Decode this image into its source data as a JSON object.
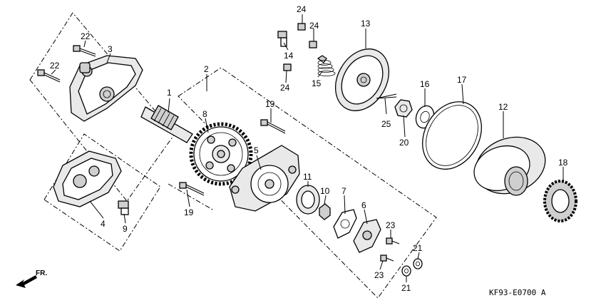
{
  "diagram_code": "KF93-E0700 A",
  "front_marker": "FR.",
  "callouts": {
    "c1": "1",
    "c2": "2",
    "c3": "3",
    "c4": "4",
    "c5": "5",
    "c6": "6",
    "c7": "7",
    "c8": "8",
    "c9": "9",
    "c10": "10",
    "c11": "11",
    "c12": "12",
    "c13": "13",
    "c14": "14",
    "c15": "15",
    "c16": "16",
    "c17": "17",
    "c18": "18",
    "c19a": "19",
    "c19b": "19",
    "c20": "20",
    "c21a": "21",
    "c21b": "21",
    "c22a": "22",
    "c22b": "22",
    "c23a": "23",
    "c23b": "23",
    "c24a": "24",
    "c24b": "24",
    "c24c": "24",
    "c25": "25"
  }
}
